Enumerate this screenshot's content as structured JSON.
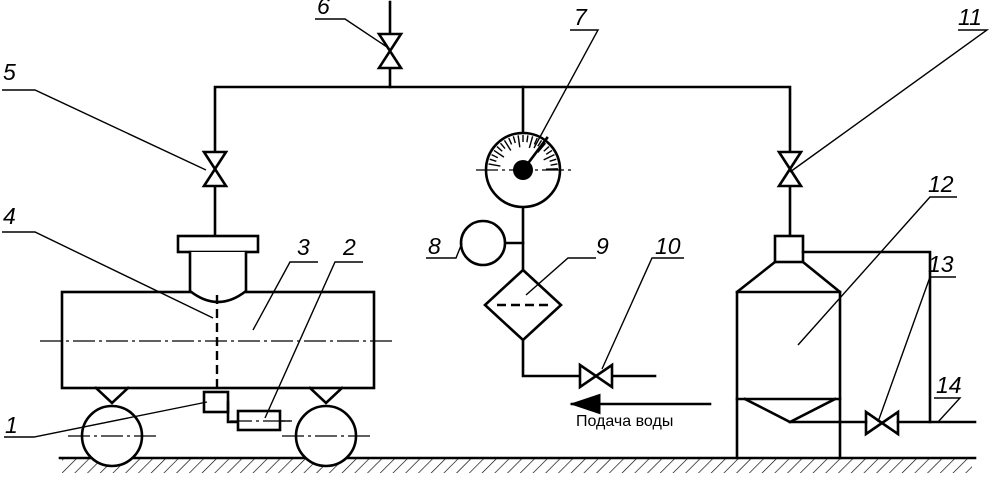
{
  "labels": {
    "l1": "1",
    "l2": "2",
    "l3": "3",
    "l4": "4",
    "l5": "5",
    "l6": "6",
    "l7": "7",
    "l8": "8",
    "l9": "9",
    "l10": "10",
    "l11": "11",
    "l12": "12",
    "l13": "13",
    "l14": "14"
  },
  "caption": "Подача воды"
}
